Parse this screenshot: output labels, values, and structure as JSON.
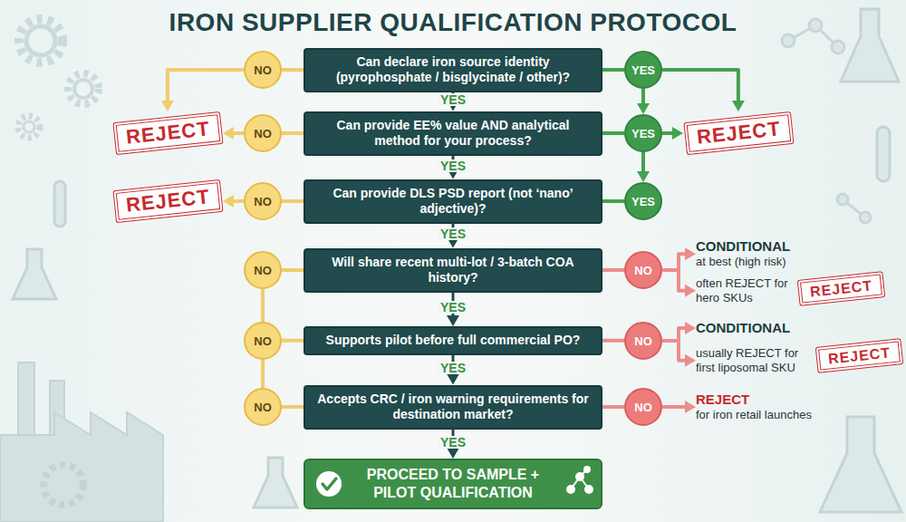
{
  "diagram": {
    "title": "IRON SUPPLIER QUALIFICATION PROTOCOL",
    "nodes": [
      {
        "text": [
          "Can declare iron source identity (pyrophosphate / bisglycinate / other)?"
        ]
      },
      {
        "text": [
          "NO"
        ]
      },
      {
        "text": [
          "YES"
        ]
      },
      {
        "text": [
          "REJECT"
        ]
      },
      {
        "text": [
          "NO"
        ]
      },
      {
        "text": [
          "Can provide EE% value AND analytical method for your process?"
        ]
      },
      {
        "text": [
          "YES"
        ]
      },
      {
        "text": [
          "REJECT"
        ]
      },
      {
        "text": [
          "REJECT"
        ]
      },
      {
        "text": [
          "NO"
        ]
      },
      {
        "text": [
          "Can provide DLS PSD report (not ‘nano’ adjective)?"
        ]
      },
      {
        "text": [
          "YES"
        ]
      },
      {
        "text": [
          "NO"
        ]
      },
      {
        "text": [
          "Will share recent multi-lot / 3-batch COA history?"
        ]
      },
      {
        "text": [
          "NO"
        ]
      },
      {
        "text": [
          "CONDITIONAL",
          "at best (high risk)"
        ]
      },
      {
        "text": [
          "often REJECT for hero SKUs"
        ]
      },
      {
        "text": [
          "REJECT"
        ]
      },
      {
        "text": [
          "NO"
        ]
      },
      {
        "text": [
          "Supports pilot before full commercial PO?"
        ]
      },
      {
        "text": [
          "NO"
        ]
      },
      {
        "text": [
          "CONDITIONAL"
        ]
      },
      {
        "text": [
          "usually REJECT for first liposomal SKU"
        ]
      },
      {
        "text": [
          "REJECT"
        ]
      },
      {
        "text": [
          "NO"
        ]
      },
      {
        "text": [
          "Accepts CRC / iron warning requirements for destination market?"
        ]
      },
      {
        "text": [
          "NO"
        ]
      },
      {
        "text": [
          "REJECT",
          "for iron retail launches"
        ]
      },
      {
        "text": [
          "PROCEED TO SAMPLE + PILOT QUALIFICATION"
        ]
      }
    ],
    "edges": [
      {
        "from": 0,
        "to": 5,
        "label": "YES",
        "arrow": "to"
      },
      {
        "from": 5,
        "to": 10,
        "label": "YES",
        "arrow": "to"
      },
      {
        "from": 10,
        "to": 13,
        "label": "YES",
        "arrow": "to"
      },
      {
        "from": 13,
        "to": 19,
        "label": "YES",
        "arrow": "to"
      },
      {
        "from": 19,
        "to": 25,
        "label": "YES",
        "arrow": "to"
      },
      {
        "from": 25,
        "to": 28,
        "label": "YES",
        "arrow": "to"
      },
      {
        "from": 0,
        "to": 1,
        "arrow": "none"
      },
      {
        "from": 1,
        "to": 3,
        "arrow": "to"
      },
      {
        "from": 5,
        "to": 4,
        "arrow": "none"
      },
      {
        "from": 4,
        "to": 3,
        "arrow": "to"
      },
      {
        "from": 10,
        "to": 9,
        "arrow": "none"
      },
      {
        "from": 9,
        "to": 8,
        "arrow": "to"
      },
      {
        "from": 0,
        "to": 2,
        "arrow": "none"
      },
      {
        "from": 2,
        "to": 7,
        "arrow": "to"
      },
      {
        "from": 2,
        "to": 6,
        "arrow": "to"
      },
      {
        "from": 5,
        "to": 6,
        "arrow": "none"
      },
      {
        "from": 6,
        "to": 7,
        "arrow": "to"
      },
      {
        "from": 6,
        "to": 11,
        "arrow": "to"
      },
      {
        "from": 10,
        "to": 11,
        "arrow": "none"
      },
      {
        "from": 13,
        "to": 12,
        "arrow": "none"
      },
      {
        "from": 19,
        "to": 18,
        "arrow": "none"
      },
      {
        "from": 25,
        "to": 24,
        "arrow": "none"
      },
      {
        "from": 12,
        "to": 18,
        "arrow": "none"
      },
      {
        "from": 18,
        "to": 24,
        "arrow": "none"
      },
      {
        "from": 13,
        "to": 14,
        "arrow": "none"
      },
      {
        "from": 14,
        "to": 15,
        "arrow": "to"
      },
      {
        "from": 14,
        "to": 16,
        "arrow": "to"
      },
      {
        "from": 19,
        "to": 20,
        "arrow": "none"
      },
      {
        "from": 20,
        "to": 21,
        "arrow": "to"
      },
      {
        "from": 20,
        "to": 22,
        "arrow": "to"
      },
      {
        "from": 25,
        "to": 26,
        "arrow": "none"
      },
      {
        "from": 26,
        "to": 27,
        "arrow": "to"
      }
    ]
  }
}
